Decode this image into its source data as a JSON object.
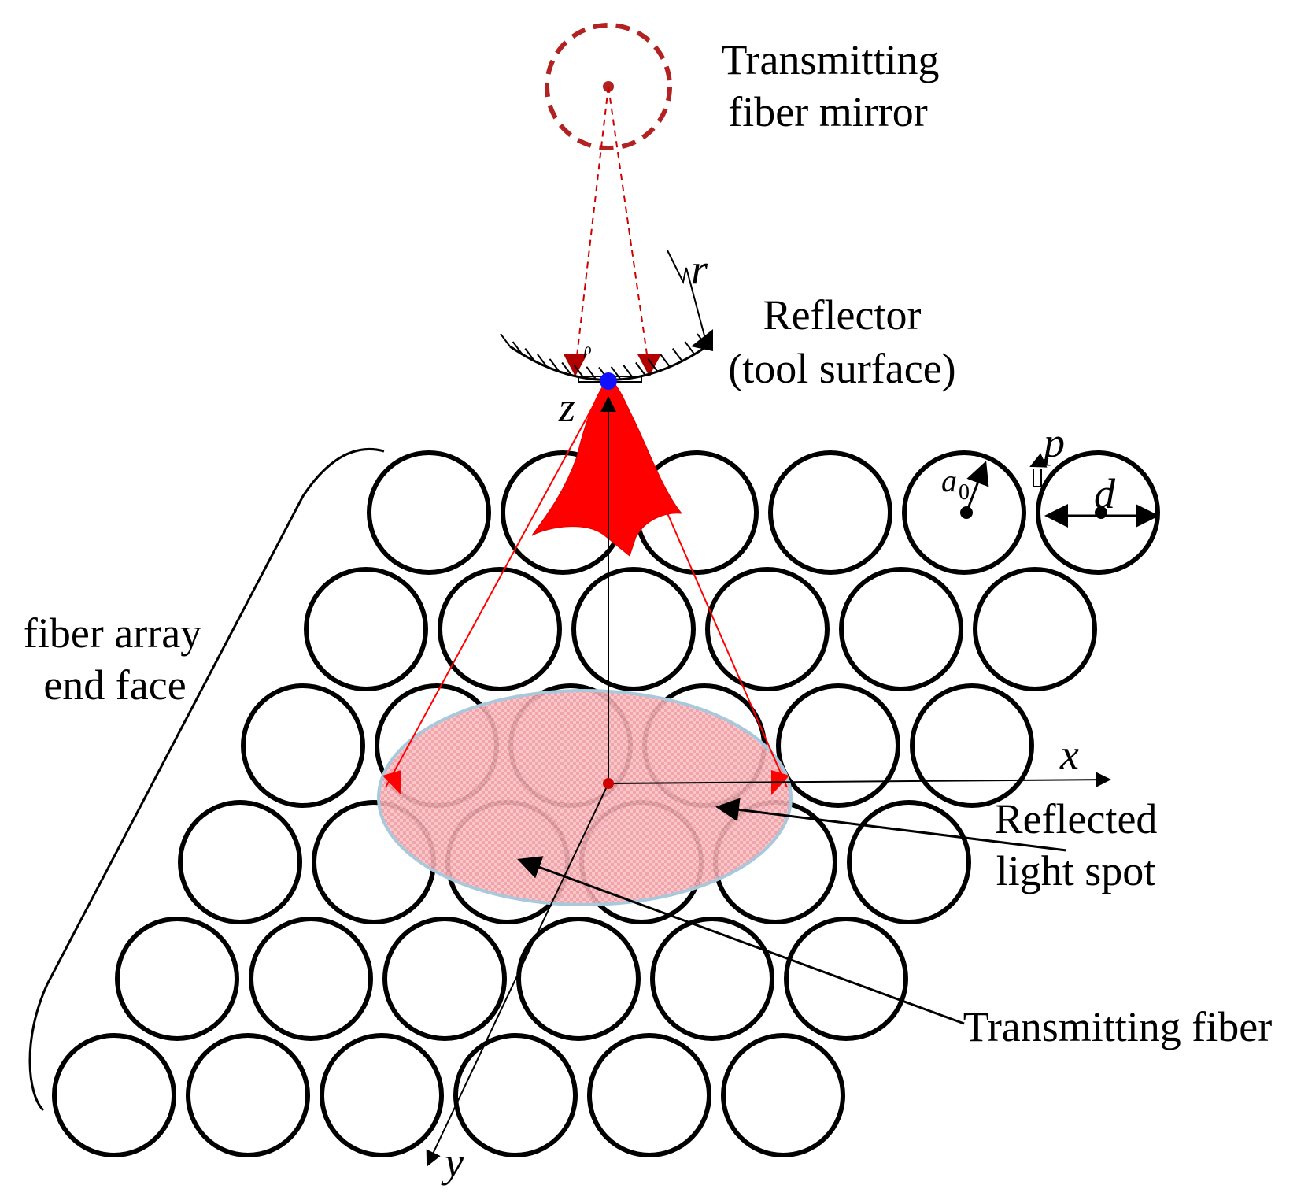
{
  "labels": {
    "mirror_line1": "Transmitting",
    "mirror_line2": "fiber mirror",
    "reflector_line1": "Reflector",
    "reflector_line2": "(tool surface)",
    "array_line1": "fiber array",
    "array_line2": "end face",
    "spot_line1": "Reflected",
    "spot_line2": "light spot",
    "transmitting_fiber": "Transmitting fiber"
  },
  "symbols": {
    "r": "r",
    "z": "z",
    "x": "x",
    "y": "y",
    "p": "p",
    "d": "d",
    "a": "a",
    "a_sub": "0",
    "rho": "ρ"
  },
  "fiber_rows": [
    6,
    6,
    6,
    6,
    6,
    6
  ],
  "colors": {
    "mirror": "#b22222",
    "beam": "#ff0000",
    "spot_fill": "#f6b3b8",
    "spot_edge": "#a8c8dc",
    "apex": "#1010ff",
    "outline": "#000000"
  }
}
